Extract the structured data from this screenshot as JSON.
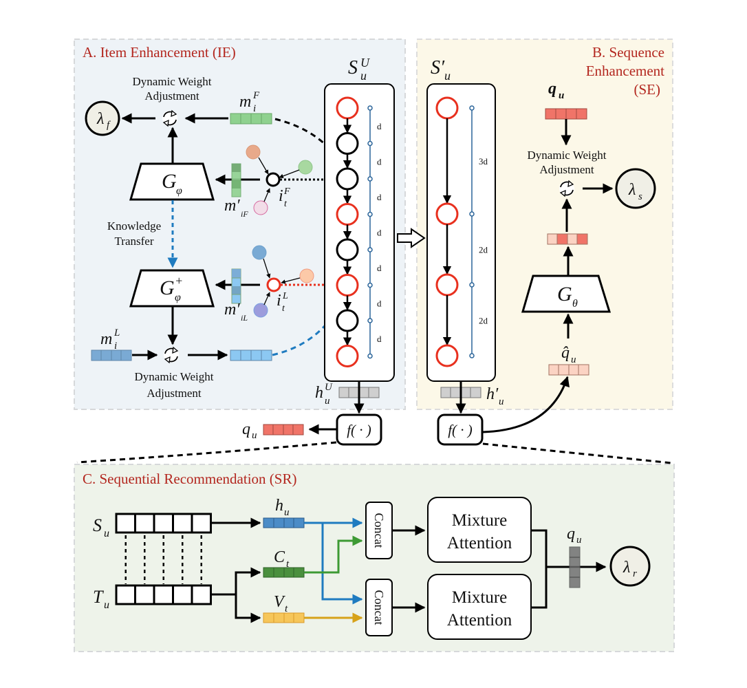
{
  "sections": {
    "ie_title": "A. Item Enhancement (IE)",
    "se_title_line1": "B. Sequence",
    "se_title_line2": "Enhancement",
    "se_title_line3": "(SE)",
    "sr_title": "C. Sequential Recommendation (SR)"
  },
  "ie": {
    "dwa_top_line1": "Dynamic Weight",
    "dwa_top_line2": "Adjustment",
    "lambda_f": "λ",
    "lambda_f_sub": "f",
    "m_i_F": "m",
    "m_i_F_sub": "i",
    "m_i_F_sup": "F",
    "G_phi": "G",
    "G_phi_sub": "φ",
    "G_phi_plus_sup": "+",
    "m_prime_iF": "m′",
    "m_prime_iF_sub": "iF",
    "i_t_F": "i",
    "i_t_F_sub": "t",
    "i_t_F_sup": "F",
    "knowledge_line1": "Knowledge",
    "knowledge_line2": "Transfer",
    "m_prime_iL": "m′",
    "m_prime_iL_sub": "iL",
    "i_t_L": "i",
    "i_t_L_sub": "t",
    "i_t_L_sup": "L",
    "m_i_L": "m",
    "m_i_L_sub": "i",
    "m_i_L_sup": "L",
    "dwa_bottom_line1": "Dynamic Weight",
    "dwa_bottom_line2": "Adjustment"
  },
  "seq_u": {
    "label": "S",
    "label_sub": "u",
    "label_sup": "U",
    "intervals": [
      "d",
      "d",
      "d",
      "d",
      "d",
      "d",
      "d"
    ],
    "node_colors": [
      "red",
      "black",
      "black",
      "red",
      "black",
      "red",
      "black",
      "red"
    ],
    "h_label": "h",
    "h_sub": "u",
    "h_sup": "U"
  },
  "seq_prime": {
    "label": "S′",
    "label_sub": "u",
    "intervals": [
      "3d",
      "2d",
      "2d"
    ],
    "h_label": "h′",
    "h_sub": "u"
  },
  "f_label": "f( · )",
  "q_u_label": "q",
  "q_u_sub": "u",
  "se": {
    "q_u": "q",
    "q_u_sub": "u",
    "dwa_line1": "Dynamic Weight",
    "dwa_line2": "Adjustment",
    "lambda_s": "λ",
    "lambda_s_sub": "s",
    "G_theta": "G",
    "G_theta_sub": "θ",
    "q_hat": "q̂",
    "q_hat_sub": "u"
  },
  "sr": {
    "S_u": "S",
    "S_u_sub": "u",
    "T_u": "T",
    "T_u_sub": "u",
    "h_u": "h",
    "h_u_sub": "u",
    "C_t": "C",
    "C_t_sub": "t",
    "V_t": "V",
    "V_t_sub": "t",
    "concat": "Concat",
    "mixture_line1": "Mixture",
    "mixture_line2": "Attention",
    "q_u": "q",
    "q_u_sub": "u",
    "lambda_r": "λ",
    "lambda_r_sub": "r"
  },
  "colors": {
    "title_red": "#b3261e",
    "ie_bg": "#eef3f7",
    "se_bg": "#fcf8e8",
    "sr_bg": "#eef3ea",
    "node_red": "#e8301e",
    "timeline_blue": "#2a6499",
    "green_vec": "#8fd18f",
    "blue_vec": "#7aaad4",
    "lightblue_vec": "#8cc8f2",
    "red_vec": "#f07468",
    "pink_vec": "#fbd3c3",
    "gray_vec": "#cfcfcf",
    "dark_green": "#4a8f3e",
    "yellow": "#f6c65a",
    "arrow_blue": "#1f7bc0",
    "arrow_green": "#3d9a34",
    "arrow_yellow": "#d7a21a"
  }
}
